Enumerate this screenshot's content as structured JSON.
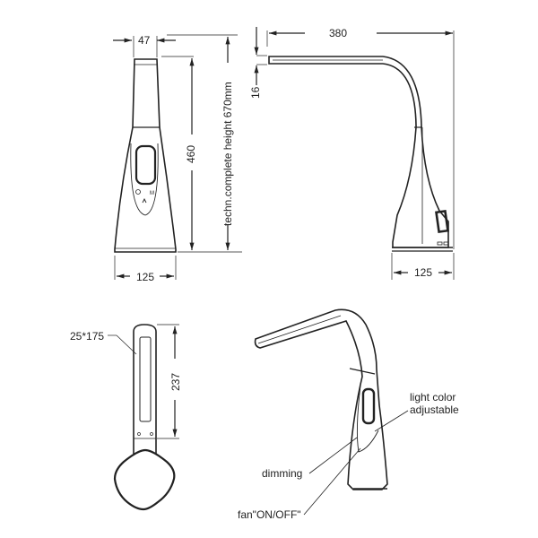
{
  "front_view": {
    "dims": {
      "top_width": "47",
      "height": "460",
      "base_width": "125",
      "complete_height": "techn.complete height 670mm"
    },
    "buttons": {
      "power_icon": "power-icon",
      "mode_label": "M",
      "fan_icon": "fan-icon"
    }
  },
  "side_view": {
    "dims": {
      "arm_length": "380",
      "head_thickness": "16",
      "base_width": "125"
    }
  },
  "top_view": {
    "dims": {
      "led_panel": "25*175",
      "head_length": "237"
    }
  },
  "perspective_view": {
    "callouts": {
      "light_color": "light color",
      "light_color_2": "adjustable",
      "dimming": "dimming",
      "fan": "fan\"ON/OFF\""
    }
  },
  "colors": {
    "line": "#222222",
    "background": "#ffffff"
  }
}
